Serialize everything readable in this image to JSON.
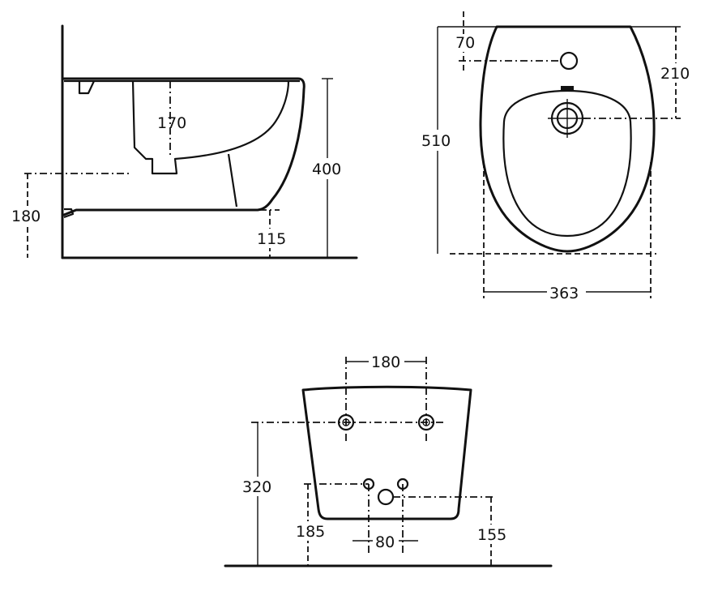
{
  "dimensions": {
    "side": {
      "bowl_depth": "170",
      "total_height": "400",
      "inlet_height": "180",
      "outlet_height": "115"
    },
    "top": {
      "tap_hole_offset": "70",
      "drain_offset": "210",
      "length": "510",
      "width": "363"
    },
    "back": {
      "bolt_spacing": "180",
      "bolt_height": "320",
      "supply_height": "185",
      "supply_spacing": "80",
      "waste_height": "155"
    }
  }
}
